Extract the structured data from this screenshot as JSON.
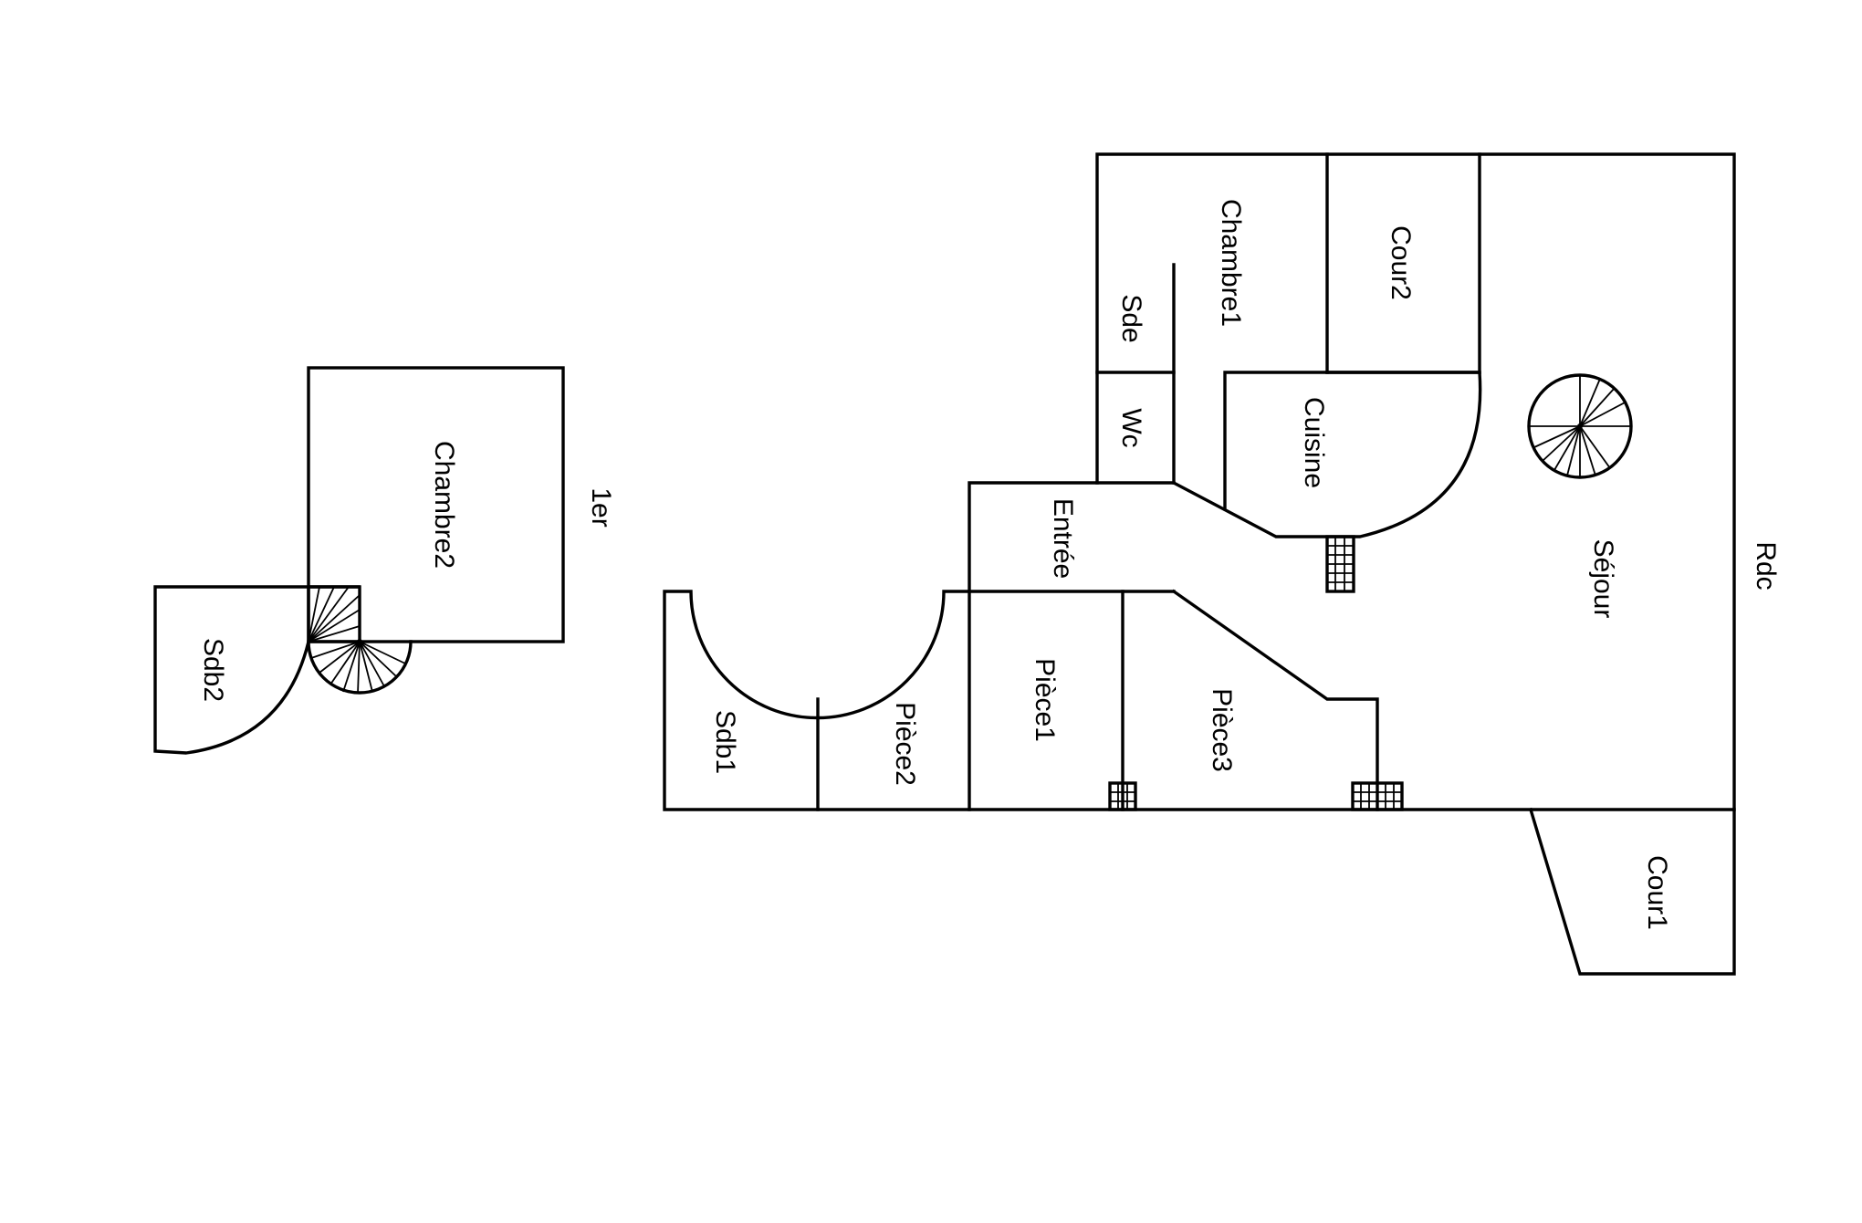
{
  "levels": {
    "upper": "1er",
    "ground": "Rdc"
  },
  "rooms": {
    "chambre2": "Chambre2",
    "sdb2": "Sdb2",
    "chambre1": "Chambre1",
    "cour2": "Cour2",
    "sde": "Sde",
    "wc": "Wc",
    "cuisine": "Cuisine",
    "entree": "Entrée",
    "sejour": "Séjour",
    "piece1": "Pièce1",
    "piece2": "Pièce2",
    "piece3": "Pièce3",
    "sdb1": "Sdb1",
    "cour1": "Cour1"
  },
  "colors": {
    "line": "#000000",
    "background": "#ffffff"
  }
}
